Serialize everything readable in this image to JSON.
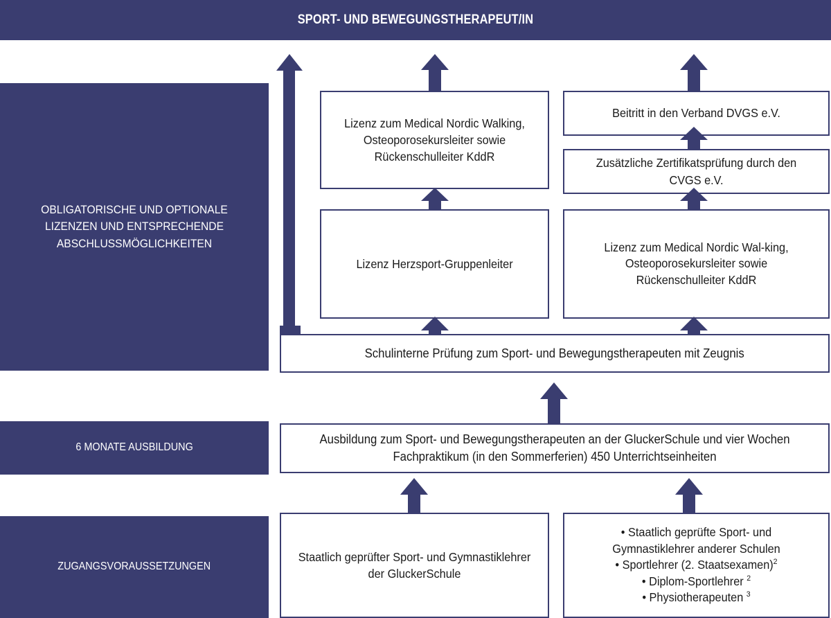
{
  "banner": {
    "title": "SPORT- UND BEWEGUNGSTHERAPEUT/IN"
  },
  "sidebar": {
    "rows": [
      {
        "id": "licenses",
        "label": "OBLIGATORISCHE UND OPTIONALE LIZENZEN UND ENTSPRECHENDE ABSCHLUSSMÖGLICHKEITEN"
      },
      {
        "id": "training",
        "label": "6 MONATE AUSBILDUNG"
      },
      {
        "id": "requirements",
        "label": "ZUGANGSVORAUSSETZUNGEN"
      }
    ]
  },
  "boxes": {
    "middle_top": "Lizenz zum Medical Nordic Walking, Osteoporosekursleiter sowie Rückenschulleiter KddR",
    "middle_bottom": "Lizenz Herzsport-Gruppenleiter",
    "right_top": "Beitritt in den Verband DVGS e.V.",
    "right_second": "Zusätzliche Zertifikatsprüfung durch den CVGS e.V.",
    "right_third": "Lizenz zum Medical Nordic Wal-king, Osteoporosekursleiter sowie Rückenschulleiter KddR",
    "exam_bar": "Schulinterne Prüfung zum Sport- und Bewegungstherapeuten mit Zeugnis",
    "training_box": "Ausbildung zum Sport- und Bewegungstherapeuten an der GluckerSchule und vier Wochen Fachpraktikum (in den Sommerferien) 450 Unterrichtseinheiten",
    "req_left": "Staatlich geprüfter Sport- und Gymnastiklehrer der GluckerSchule",
    "req_right_items": [
      "• Staatlich geprüfte Sport- und Gymnastiklehrer anderer Schulen",
      "• Sportlehrer (2. Staatsexamen)",
      "• Diplom-Sportlehrer ",
      "• Physiotherapeuten "
    ],
    "req_right_superscripts": [
      "",
      "2",
      "2",
      "3"
    ]
  },
  "arrows": {
    "names": [
      "arrow-up-to-banner-left",
      "arrow-up-to-banner-middle",
      "arrow-up-to-banner-right",
      "arrow-up-middle-between-boxes",
      "arrow-up-middle-from-exam",
      "arrow-up-right-between-top-boxes",
      "arrow-up-right-between-second-boxes",
      "arrow-up-right-from-exam",
      "arrow-up-exam-from-training",
      "arrow-up-training-from-req-left",
      "arrow-up-training-from-req-right"
    ]
  },
  "colors": {
    "navy": "#3a3d70",
    "border": "#3a3d70",
    "text": "#1a1a1a",
    "background": "#ffffff"
  }
}
